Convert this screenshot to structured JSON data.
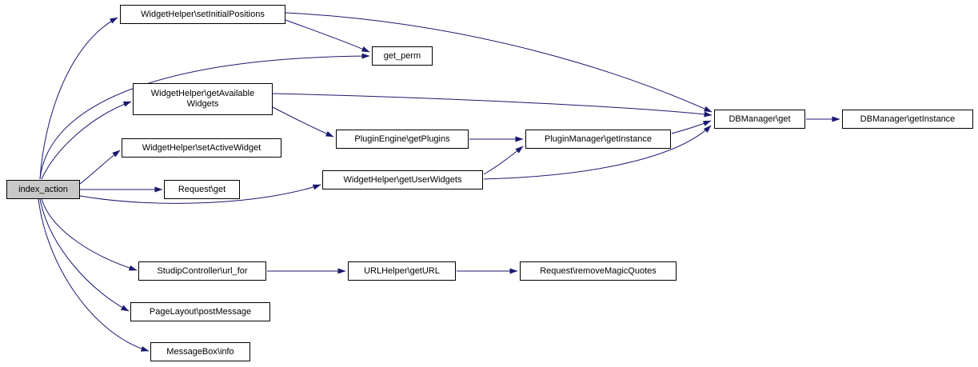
{
  "diagram": {
    "type": "call-graph",
    "colors": {
      "edge": "#191970",
      "node_border": "#000000",
      "node_fill": "#ffffff",
      "root_node_fill": "#c8c8c8"
    },
    "nodes": {
      "index_action": {
        "label": "index_action"
      },
      "set_initial_positions": {
        "label": "WidgetHelper\\setInitialPositions"
      },
      "get_perm": {
        "label": "get_perm"
      },
      "get_available_widgets": {
        "label": "WidgetHelper\\getAvailable\nWidgets"
      },
      "set_active_widget": {
        "label": "WidgetHelper\\setActiveWidget"
      },
      "request_get": {
        "label": "Request\\get"
      },
      "get_plugins": {
        "label": "PluginEngine\\getPlugins"
      },
      "get_user_widgets": {
        "label": "WidgetHelper\\getUserWidgets"
      },
      "plugin_manager_get_instance": {
        "label": "PluginManager\\getInstance"
      },
      "dbmanager_get": {
        "label": "DBManager\\get"
      },
      "dbmanager_get_instance": {
        "label": "DBManager\\getInstance"
      },
      "url_for": {
        "label": "StudipController\\url_for"
      },
      "get_url": {
        "label": "URLHelper\\getURL"
      },
      "remove_magic_quotes": {
        "label": "Request\\removeMagicQuotes"
      },
      "post_message": {
        "label": "PageLayout\\postMessage"
      },
      "message_box_info": {
        "label": "MessageBox\\info"
      }
    },
    "edges": [
      {
        "from": "index_action",
        "to": "set_initial_positions"
      },
      {
        "from": "index_action",
        "to": "get_perm"
      },
      {
        "from": "index_action",
        "to": "get_available_widgets"
      },
      {
        "from": "index_action",
        "to": "set_active_widget"
      },
      {
        "from": "index_action",
        "to": "request_get"
      },
      {
        "from": "index_action",
        "to": "get_user_widgets"
      },
      {
        "from": "index_action",
        "to": "url_for"
      },
      {
        "from": "index_action",
        "to": "post_message"
      },
      {
        "from": "index_action",
        "to": "message_box_info"
      },
      {
        "from": "set_initial_positions",
        "to": "get_perm"
      },
      {
        "from": "set_initial_positions",
        "to": "dbmanager_get"
      },
      {
        "from": "get_available_widgets",
        "to": "get_plugins"
      },
      {
        "from": "get_available_widgets",
        "to": "dbmanager_get"
      },
      {
        "from": "get_plugins",
        "to": "plugin_manager_get_instance"
      },
      {
        "from": "plugin_manager_get_instance",
        "to": "dbmanager_get"
      },
      {
        "from": "get_user_widgets",
        "to": "plugin_manager_get_instance"
      },
      {
        "from": "get_user_widgets",
        "to": "dbmanager_get"
      },
      {
        "from": "dbmanager_get",
        "to": "dbmanager_get_instance"
      },
      {
        "from": "url_for",
        "to": "get_url"
      },
      {
        "from": "get_url",
        "to": "remove_magic_quotes"
      }
    ]
  }
}
